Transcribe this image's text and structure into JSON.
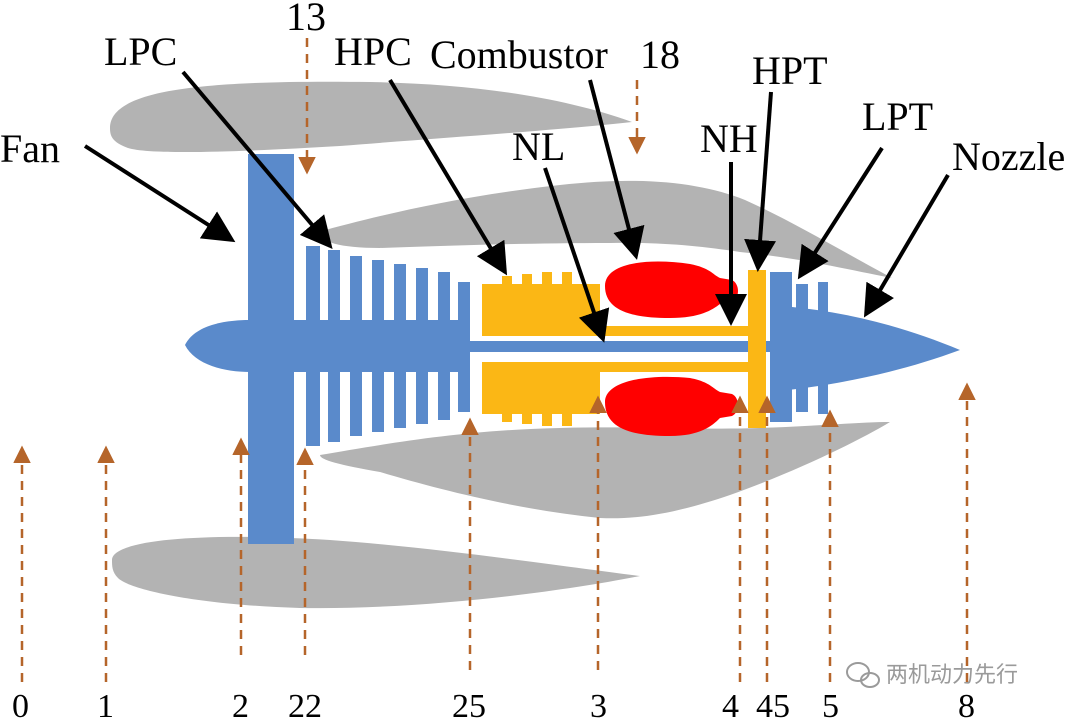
{
  "components": {
    "fan": "Fan",
    "lpc": "LPC",
    "hpc": "HPC",
    "combustor": "Combustor",
    "hpt": "HPT",
    "lpt": "LPT",
    "nozzle": "Nozzle",
    "nl": "NL",
    "nh": "NH"
  },
  "stations_top": [
    "13",
    "18"
  ],
  "stations_bottom": [
    "0",
    "1",
    "2",
    "22",
    "25",
    "3",
    "4",
    "45",
    "5",
    "8"
  ],
  "colors": {
    "low_spool": "#5a8acb",
    "high_spool": "#fbb715",
    "combustor": "#ff0000",
    "casing": "#b3b3b3",
    "station_arrow": "#b5652a"
  },
  "watermark": {
    "icon": "wechat-icon",
    "text": "两机动力先行"
  }
}
